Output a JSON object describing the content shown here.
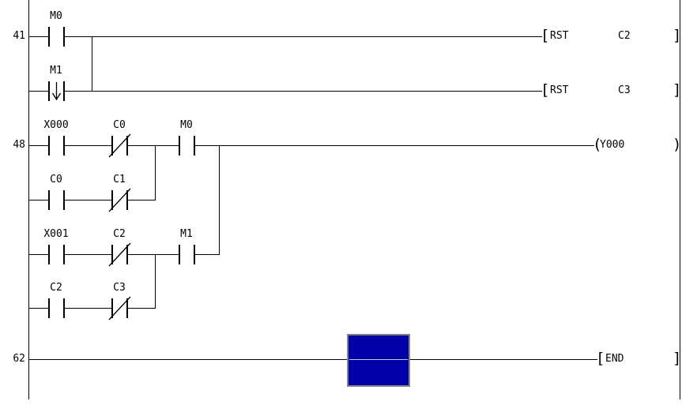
{
  "steps": {
    "s41": "41",
    "s48": "48",
    "s62": "62"
  },
  "contacts": {
    "rung41_m0": {
      "label": "M0",
      "type": "normally-open"
    },
    "rung41_m1": {
      "label": "M1",
      "type": "falling-edge-pulse"
    },
    "rung48_x000": {
      "label": "X000",
      "type": "normally-open"
    },
    "rung48_c0": {
      "label": "C0",
      "type": "normally-closed"
    },
    "rung48_m0": {
      "label": "M0",
      "type": "normally-open"
    },
    "rung48_c0b": {
      "label": "C0",
      "type": "normally-open"
    },
    "rung48_c1": {
      "label": "C1",
      "type": "normally-closed"
    },
    "rung48_x001": {
      "label": "X001",
      "type": "normally-open"
    },
    "rung48_c2": {
      "label": "C2",
      "type": "normally-closed"
    },
    "rung48_m1": {
      "label": "M1",
      "type": "normally-open"
    },
    "rung48_c2b": {
      "label": "C2",
      "type": "normally-open"
    },
    "rung48_c3": {
      "label": "C3",
      "type": "normally-closed"
    }
  },
  "instructions": {
    "rst_c2": {
      "open": "[",
      "mnemonic": "RST",
      "operand": "C2",
      "close": "]"
    },
    "rst_c3": {
      "open": "[",
      "mnemonic": "RST",
      "operand": "C3",
      "close": "]"
    },
    "end": {
      "open": "[",
      "mnemonic": "END",
      "close": "]"
    }
  },
  "coil": {
    "open": "(",
    "label": "Y000",
    "close": ")"
  },
  "colors": {
    "wire": "#000000",
    "background": "#ffffff",
    "cursor_fill": "#0000a8",
    "cursor_border": "#848484"
  }
}
